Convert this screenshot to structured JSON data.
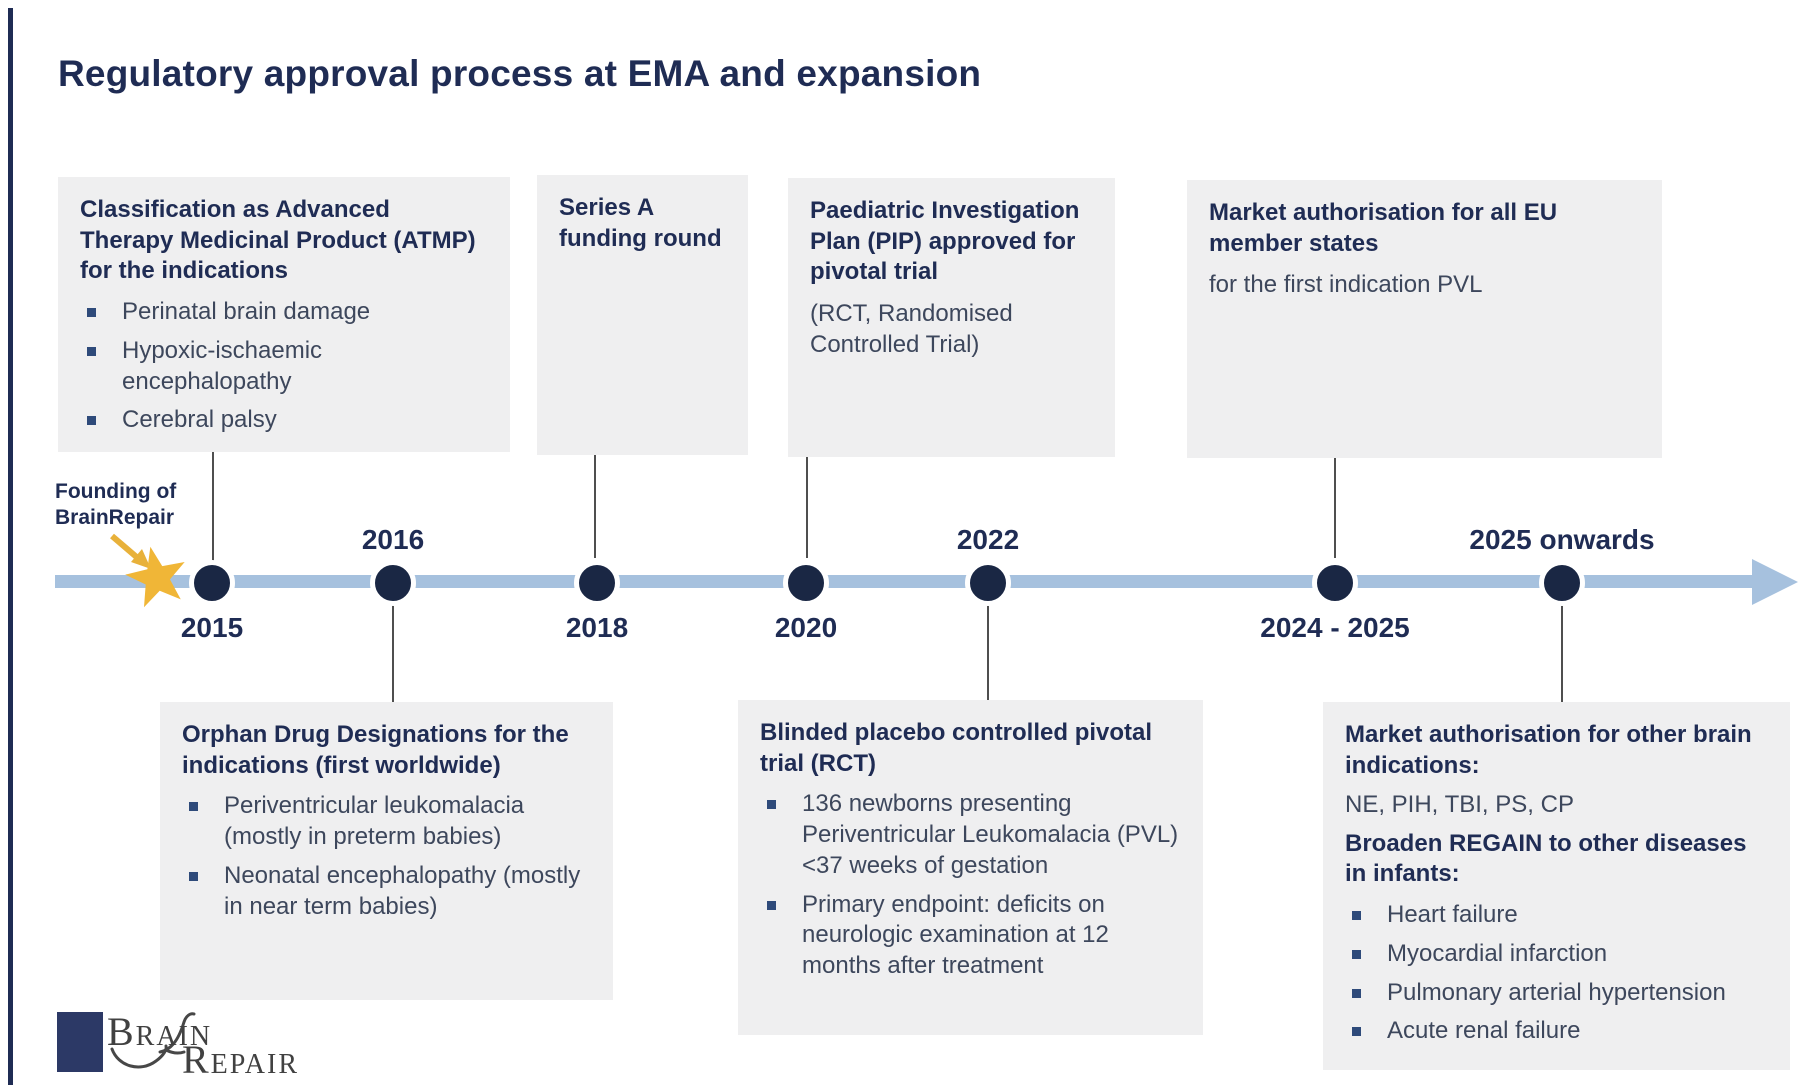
{
  "page": {
    "title": "Regulatory approval process at EMA and expansion"
  },
  "founding": {
    "line1": "Founding of",
    "line2": "BrainRepair"
  },
  "timeline": {
    "years": {
      "y2015": "2015",
      "y2016": "2016",
      "y2018": "2018",
      "y2020": "2020",
      "y2022": "2022",
      "y2024": "2024 - 2025",
      "y2025": "2025 onwards"
    }
  },
  "boxes": {
    "atmp": {
      "title": "Classification as Advanced Therapy Medicinal Product (ATMP) for the indications",
      "bullets": [
        "Perinatal brain damage",
        "Hypoxic-ischaemic encephalopathy",
        "Cerebral palsy"
      ]
    },
    "series_a": {
      "title": "Series A funding round"
    },
    "pip": {
      "title": "Paediatric Investigation Plan (PIP) approved for pivotal trial",
      "body": "(RCT, Randomised Controlled Trial)"
    },
    "ma_eu": {
      "title": "Market authorisation for all EU member states",
      "body": "for the first indication PVL"
    },
    "orphan": {
      "title": "Orphan Drug Designations for the indications (first worldwide)",
      "bullets": [
        "Periventricular leukomalacia (mostly in preterm babies)",
        "Neonatal encephalopathy (mostly in near term babies)"
      ]
    },
    "rct": {
      "title": "Blinded placebo controlled pivotal trial (RCT)",
      "bullets": [
        "136 newborns presenting Periventricular Leukomalacia (PVL) <37 weeks of gestation",
        "Primary endpoint: deficits on neurologic examination at 12 months after treatment"
      ]
    },
    "ma_other": {
      "title": "Market authorisation for other brain indications:",
      "body": "NE, PIH, TBI, PS, CP",
      "title2": "Broaden REGAIN to other diseases in infants:",
      "bullets": [
        "Heart failure",
        "Myocardial infarction",
        "Pulmonary arterial hypertension",
        "Acute renal failure"
      ]
    }
  },
  "logo": {
    "word1": "Brain",
    "word2": "Repair"
  },
  "colors": {
    "navy_text": "#1f2c54",
    "body_text": "#3d475c",
    "timeline_blue": "#a6c1de",
    "dot_navy": "#1a2744",
    "box_gray": "#efeff0",
    "gold": "#f0b637",
    "connector_gray": "#4f4f4f",
    "logo_navy": "#2c3966"
  }
}
